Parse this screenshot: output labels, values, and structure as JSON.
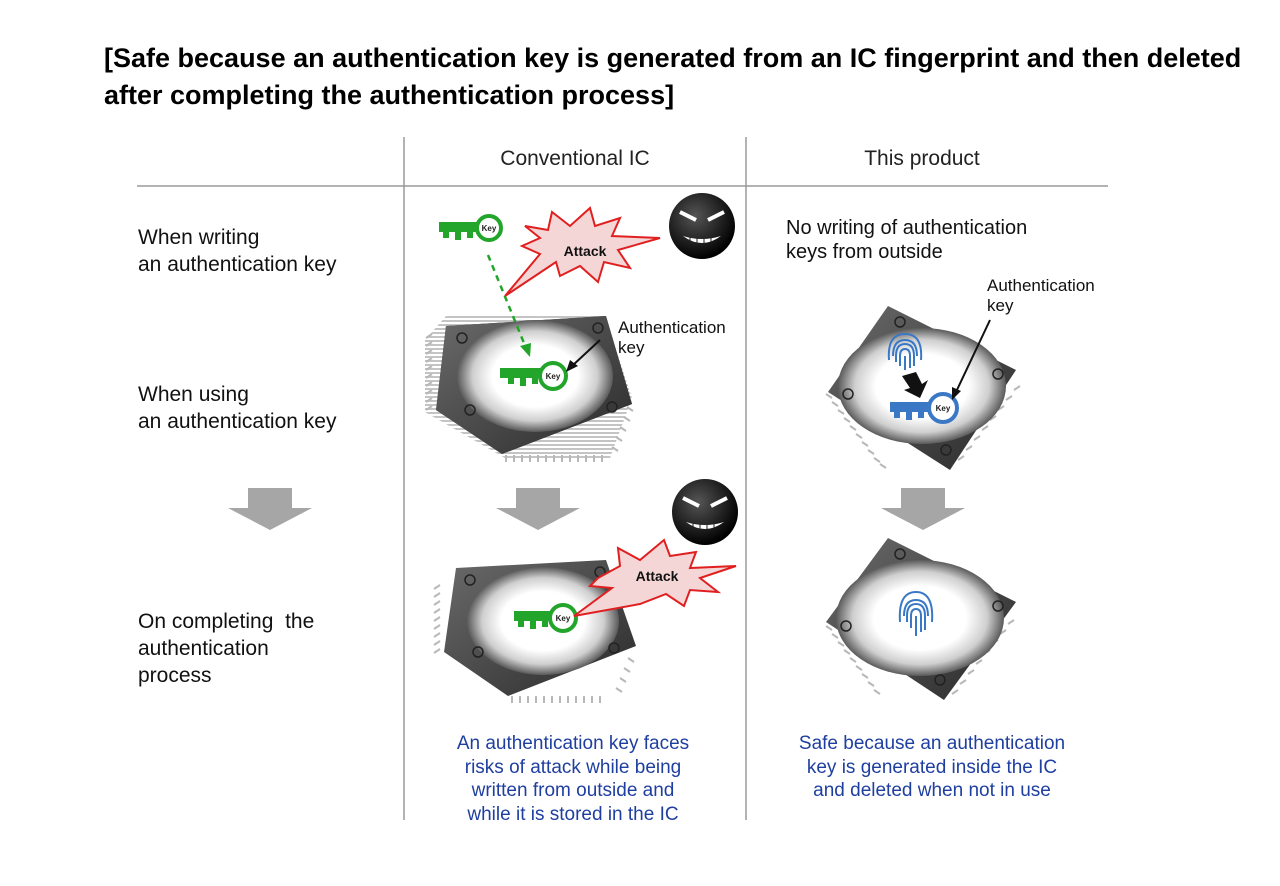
{
  "title": "[Safe because an authentication key is generated from an IC fingerprint and then deleted after completing the authentication process]",
  "columns": {
    "conventional": "Conventional IC",
    "product": "This product"
  },
  "rows": {
    "writing_line1": "When writing",
    "writing_line2": "an authentication key",
    "using_line1": "When using",
    "using_line2": "an authentication key",
    "completing_line1": "On completing  the",
    "completing_line2": "authentication",
    "completing_line3": "process"
  },
  "conventional": {
    "attack_label": "Attack",
    "key_label": "Key",
    "auth_key_line1": "Authentication",
    "auth_key_line2": "key",
    "caption_line1": "An authentication key faces",
    "caption_line2": "risks of attack while being",
    "caption_line3": "written from outside and",
    "caption_line4": "while it is stored in the IC"
  },
  "product": {
    "no_writing_line1": "No writing of authentication",
    "no_writing_line2": "keys from outside",
    "auth_key_line1": "Authentication",
    "auth_key_line2": "key",
    "key_label": "Key",
    "caption_line1": "Safe because an authentication",
    "caption_line2": "key is generated inside the IC",
    "caption_line3": "and deleted when not in use"
  },
  "colors": {
    "key_green": "#22a52a",
    "key_blue": "#3a78c6",
    "caption_blue": "#1f3fa0",
    "arrow_gray": "#a6a6a6",
    "chip_dark": "#3a3a3a",
    "attack_red": "#e02020"
  }
}
